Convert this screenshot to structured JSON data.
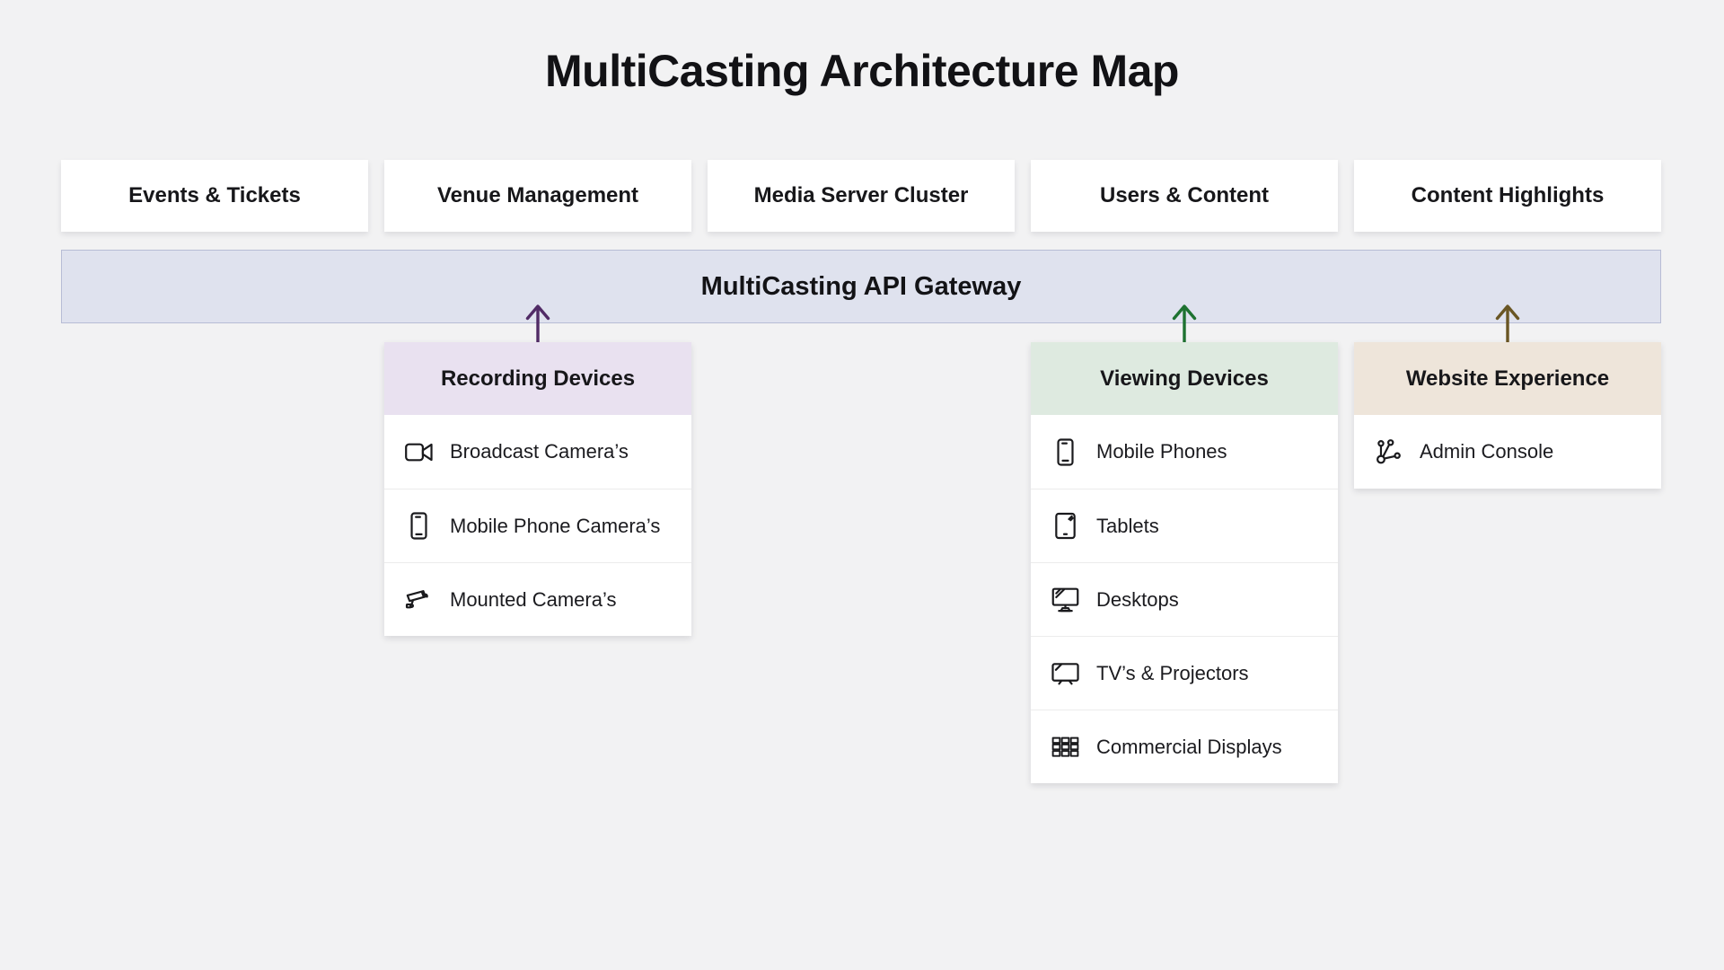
{
  "title": "MultiCasting Architecture Map",
  "background_color": "#f2f2f3",
  "top_modules": [
    {
      "label": "Events & Tickets"
    },
    {
      "label": "Venue Management"
    },
    {
      "label": "Media Server Cluster"
    },
    {
      "label": "Users & Content"
    },
    {
      "label": "Content Highlights"
    }
  ],
  "gateway": {
    "label": "MultiCasting API Gateway",
    "bg_color": "#dfe2ee",
    "border_color": "#b7bcd5"
  },
  "sections": [
    {
      "title": "Recording Devices",
      "header_bg_color": "#e9e1f0",
      "arrow_color": "#512b66",
      "items": [
        {
          "icon": "video-camera-icon",
          "label": "Broadcast Camera’s"
        },
        {
          "icon": "smartphone-icon",
          "label": "Mobile Phone Camera’s"
        },
        {
          "icon": "cctv-camera-icon",
          "label": "Mounted Camera’s"
        }
      ]
    },
    {
      "title": "Viewing Devices",
      "header_bg_color": "#deeae0",
      "arrow_color": "#1e7231",
      "items": [
        {
          "icon": "smartphone-icon",
          "label": "Mobile Phones"
        },
        {
          "icon": "tablet-icon",
          "label": "Tablets"
        },
        {
          "icon": "desktop-icon",
          "label": "Desktops"
        },
        {
          "icon": "tv-icon",
          "label": "TV’s & Projectors"
        },
        {
          "icon": "video-wall-icon",
          "label": "Commercial Displays"
        }
      ]
    },
    {
      "title": "Website Experience",
      "header_bg_color": "#eee5da",
      "arrow_color": "#6a5624",
      "items": [
        {
          "icon": "network-nodes-icon",
          "label": "Admin Console"
        }
      ]
    }
  ]
}
